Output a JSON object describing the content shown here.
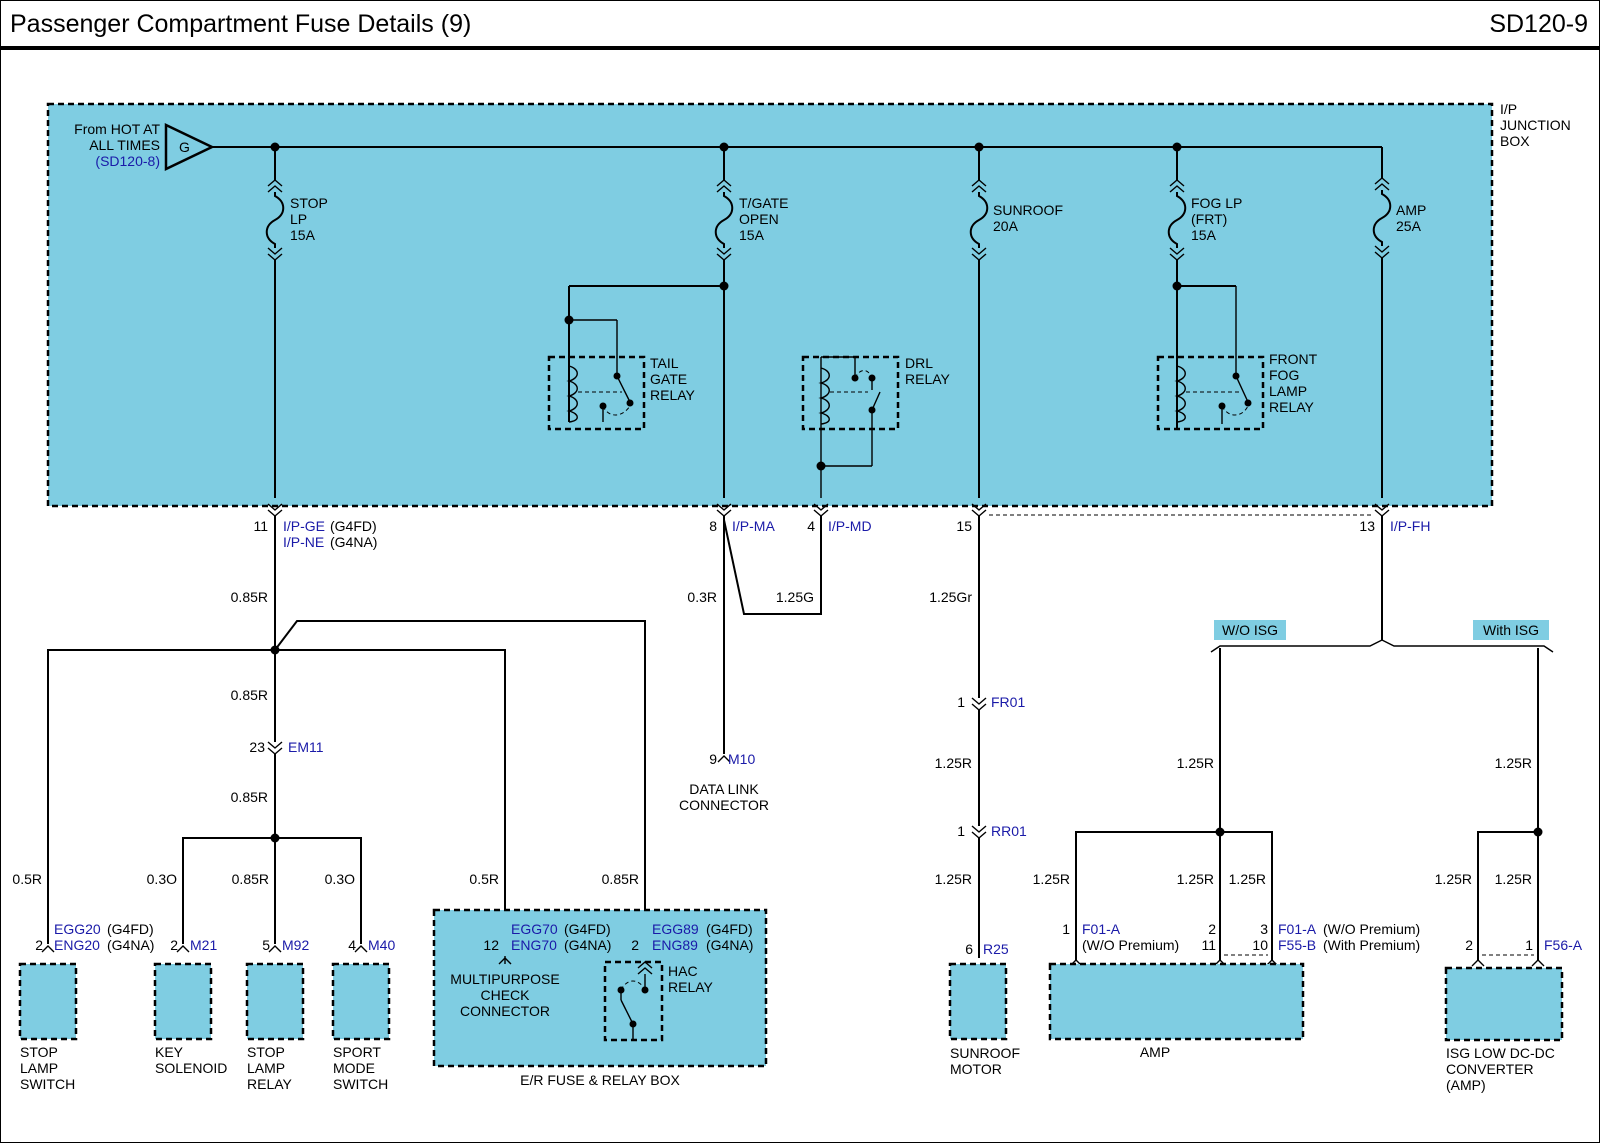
{
  "header": {
    "title": "Passenger Compartment Fuse Details (9)",
    "code": "SD120-9"
  },
  "colors": {
    "box_fill": "#7fcde2",
    "ref_text": "#1a1aa8",
    "wire": "#000000"
  },
  "junction_box": {
    "label_1": "I/P",
    "label_2": "JUNCTION",
    "label_3": "BOX"
  },
  "source": {
    "line1": "From HOT AT",
    "line2": "ALL TIMES",
    "ref": "(SD120-8)",
    "pin": "G"
  },
  "fuses": {
    "stop": {
      "l1": "STOP",
      "l2": "LP",
      "l3": "15A"
    },
    "tgate": {
      "l1": "T/GATE",
      "l2": "OPEN",
      "l3": "15A"
    },
    "sunroof": {
      "l1": "SUNROOF",
      "l2": "20A"
    },
    "fog": {
      "l1": "FOG LP",
      "l2": "(FRT)",
      "l3": "15A"
    },
    "amp": {
      "l1": "AMP",
      "l2": "25A"
    }
  },
  "relays": {
    "tailgate": {
      "l1": "TAIL",
      "l2": "GATE",
      "l3": "RELAY"
    },
    "drl": {
      "l1": "DRL",
      "l2": "RELAY"
    },
    "fog": {
      "l1": "FRONT",
      "l2": "FOG",
      "l3": "LAMP",
      "l4": "RELAY"
    },
    "hac": {
      "l1": "HAC",
      "l2": "RELAY"
    }
  },
  "connectors": {
    "ipge": {
      "pin": "11",
      "ref1": "I/P-GE",
      "var1": "(G4FD)",
      "ref2": "I/P-NE",
      "var2": "(G4NA)"
    },
    "ipma": {
      "pin": "8",
      "ref": "I/P-MA"
    },
    "ipmd": {
      "pin": "4",
      "ref": "I/P-MD"
    },
    "sunroof_pin": {
      "pin": "15"
    },
    "ipfh": {
      "pin": "13",
      "ref": "I/P-FH"
    },
    "em11": {
      "pin": "23",
      "ref": "EM11"
    },
    "m10": {
      "pin": "9",
      "ref": "M10"
    },
    "fr01": {
      "pin": "1",
      "ref": "FR01"
    },
    "rr01": {
      "pin": "1",
      "ref": "RR01"
    }
  },
  "wires": {
    "w_085r": "0.85R",
    "w_03r": "0.3R",
    "w_125g": "1.25G",
    "w_125gr": "1.25Gr",
    "w_05r": "0.5R",
    "w_03o": "0.3O",
    "w_125r": "1.25R"
  },
  "variants": {
    "wo_isg": "W/O ISG",
    "with_isg": "With ISG"
  },
  "data_link": {
    "l1": "DATA LINK",
    "l2": "CONNECTOR"
  },
  "components": {
    "stop_lamp_switch": {
      "pin": "2",
      "ref1": "EGG20",
      "var1": "(G4FD)",
      "ref2": "ENG20",
      "var2": "(G4NA)",
      "l1": "STOP",
      "l2": "LAMP",
      "l3": "SWITCH"
    },
    "key_solenoid": {
      "pin": "2",
      "ref": "M21",
      "l1": "KEY",
      "l2": "SOLENOID"
    },
    "stop_lamp_relay": {
      "pin": "5",
      "ref": "M92",
      "l1": "STOP",
      "l2": "LAMP",
      "l3": "RELAY"
    },
    "sport_mode_switch": {
      "pin": "4",
      "ref": "M40",
      "l1": "SPORT",
      "l2": "MODE",
      "l3": "SWITCH"
    },
    "er_box": {
      "pin_a": "12",
      "ref_a1": "EGG70",
      "var_a1": "(G4FD)",
      "ref_a2": "ENG70",
      "var_a2": "(G4NA)",
      "pin_b": "2",
      "ref_b1": "EGG89",
      "var_b1": "(G4FD)",
      "ref_b2": "ENG89",
      "var_b2": "(G4NA)",
      "mpc1": "MULTIPURPOSE",
      "mpc2": "CHECK",
      "mpc3": "CONNECTOR",
      "label": "E/R FUSE & RELAY BOX"
    },
    "sunroof_motor": {
      "pin": "6",
      "ref": "R25",
      "l1": "SUNROOF",
      "l2": "MOTOR"
    },
    "amp": {
      "pin1": "1",
      "ref1": "F01-A",
      "note1": "(W/O Premium)",
      "pin2a": "2",
      "pin2b": "11",
      "pin3a": "3",
      "pin3b": "10",
      "ref3a": "F01-A",
      "note3a": "(W/O Premium)",
      "ref3b": "F55-B",
      "note3b": "(With Premium)",
      "label": "AMP"
    },
    "isg": {
      "pin2": "2",
      "pin1": "1",
      "ref": "F56-A",
      "l1": "ISG LOW DC-DC",
      "l2": "CONVERTER",
      "l3": "(AMP)"
    }
  }
}
